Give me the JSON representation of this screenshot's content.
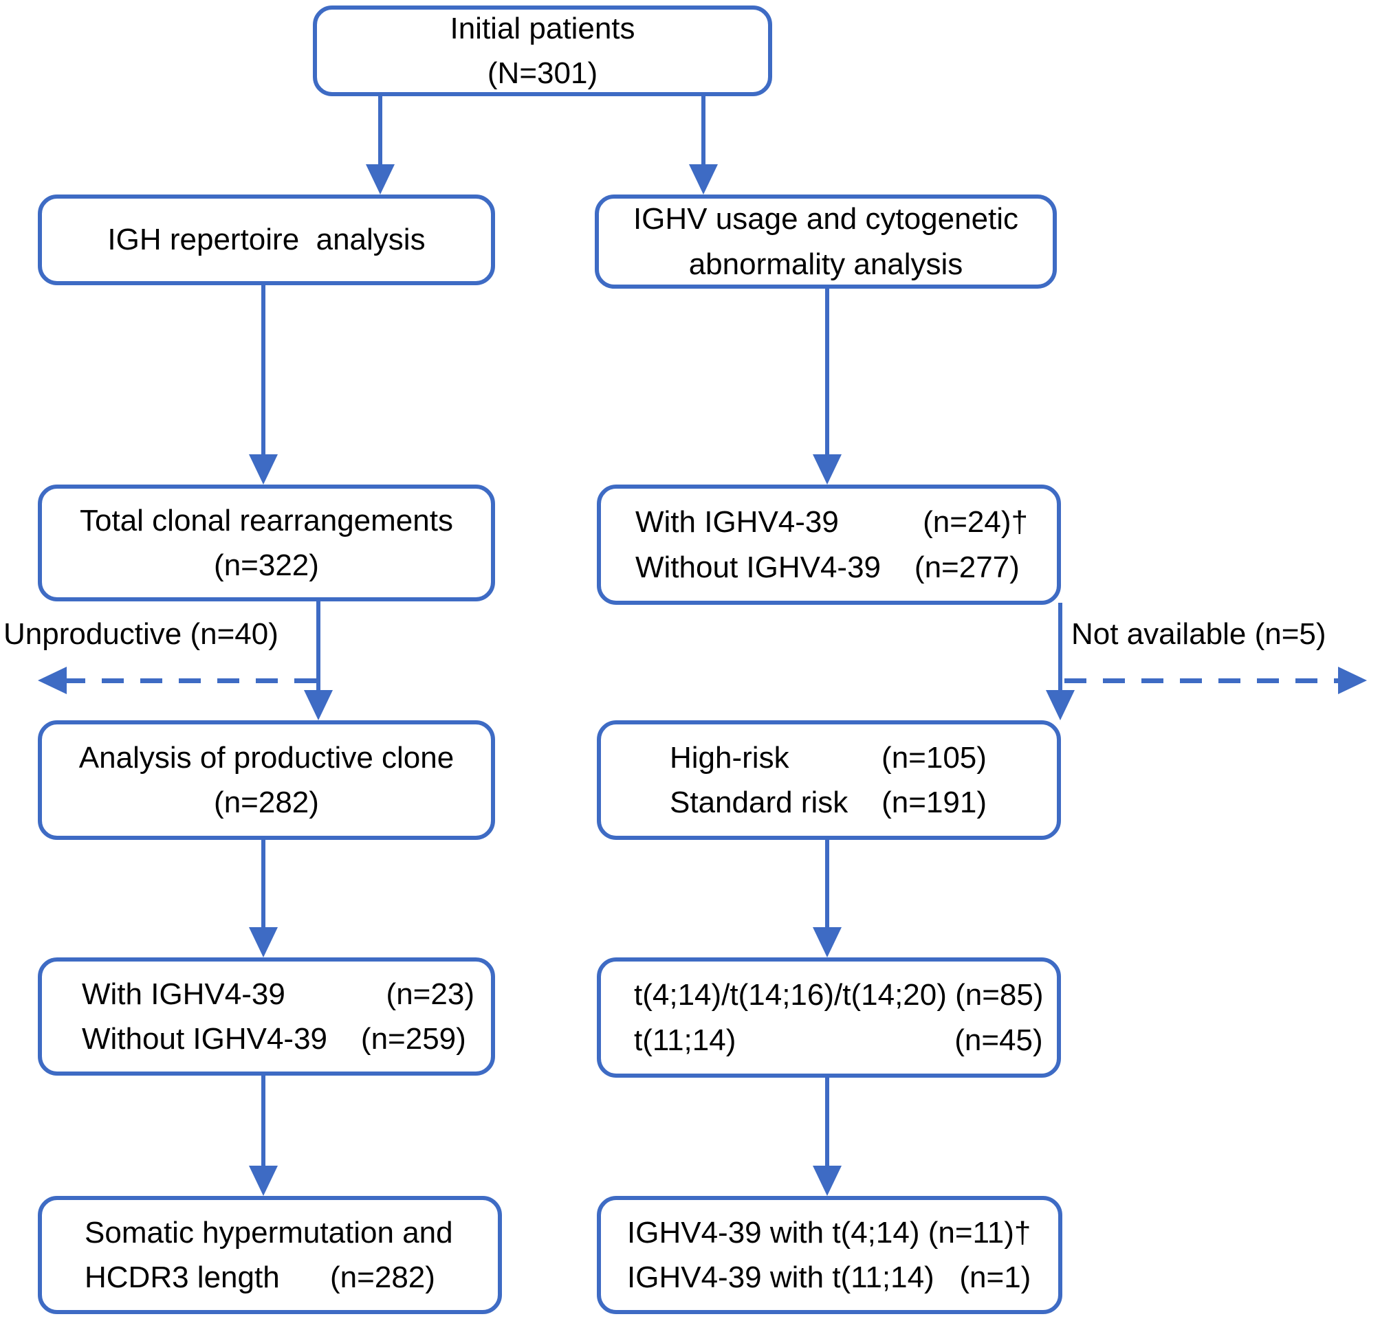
{
  "colors": {
    "accent": "#3e6bc4",
    "text": "#000000",
    "background": "#ffffff"
  },
  "flowchart": {
    "boxes": {
      "initial": {
        "lines": [
          "Initial patients",
          "(N=301)"
        ]
      },
      "igh_repertoire": {
        "lines": [
          "IGH repertoire  analysis"
        ]
      },
      "ighv_usage": {
        "lines": [
          "IGHV usage and cytogenetic",
          "abnormality analysis"
        ]
      },
      "total_clonal": {
        "lines": [
          "Total clonal rearrangements",
          "(n=322)"
        ]
      },
      "ighv_cytogenetic_split": {
        "lines": [
          "With IGHV4-39          (n=24)†",
          "Without IGHV4-39    (n=277)"
        ]
      },
      "productive_clone": {
        "lines": [
          "Analysis of productive clone",
          "(n=282)"
        ]
      },
      "risk_groups": {
        "lines": [
          "High-risk           (n=105)",
          "Standard risk    (n=191)"
        ]
      },
      "ighv_productive_split": {
        "lines": [
          "With IGHV4-39            (n=23)",
          "Without IGHV4-39    (n=259)"
        ]
      },
      "translocations": {
        "lines": [
          "t(4;14)/t(14;16)/t(14;20) (n=85)",
          "t(11;14)                          (n=45)"
        ]
      },
      "somatic_hypermutation": {
        "lines": [
          "Somatic hypermutation and",
          "HCDR3 length      (n=282)"
        ]
      },
      "ighv_with_translocations": {
        "lines": [
          "IGHV4-39 with t(4;14) (n=11)†",
          "IGHV4-39 with t(11;14)   (n=1)"
        ]
      }
    },
    "side_labels": {
      "unproductive": "Unproductive (n=40)",
      "not_available": "Not available (n=5)"
    }
  }
}
